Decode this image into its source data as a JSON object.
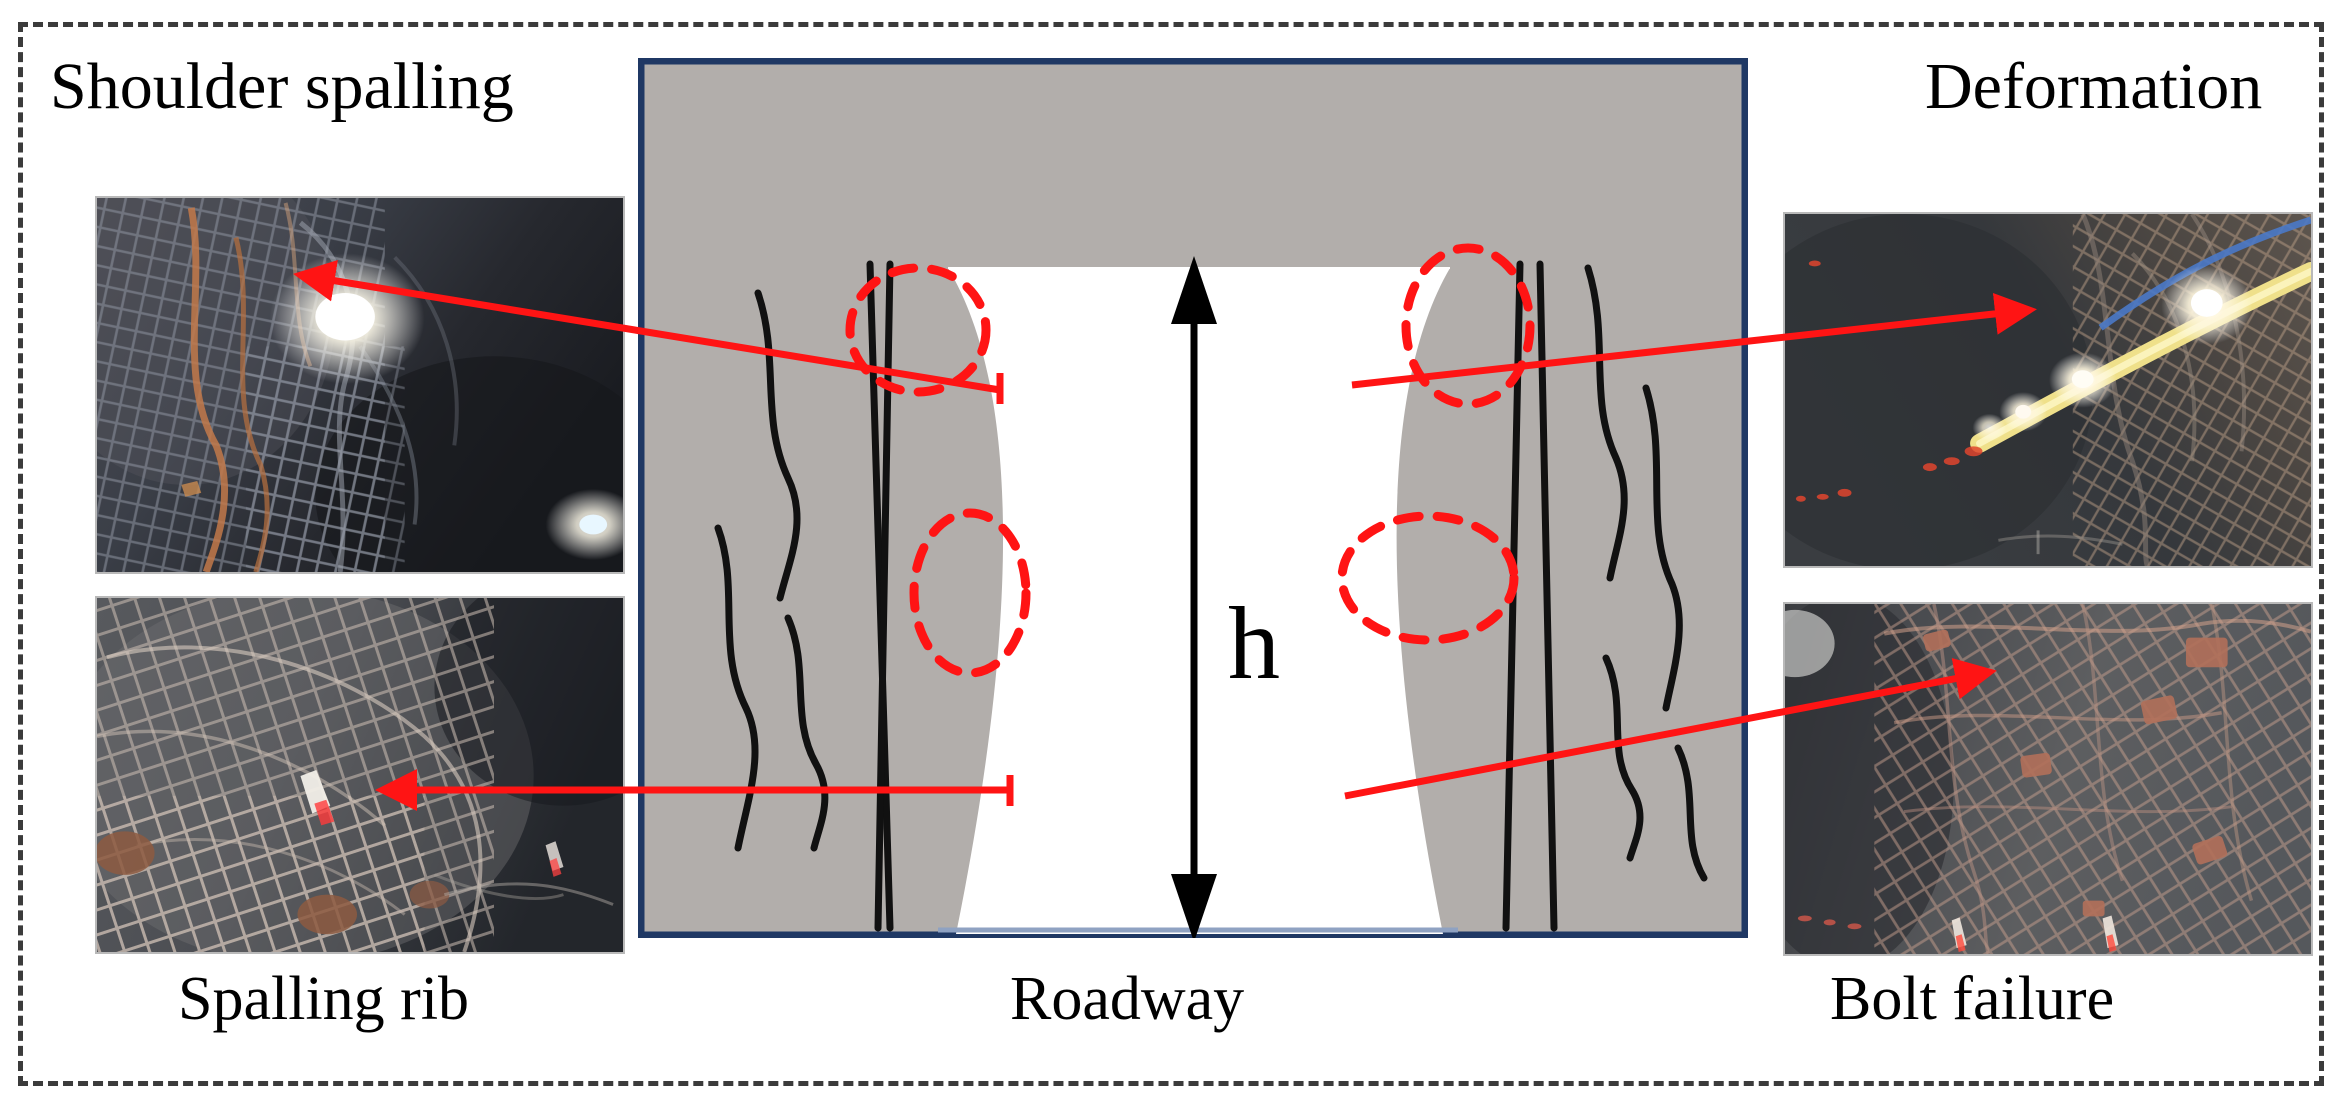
{
  "figure": {
    "type": "annotated-schematic",
    "subject": "Roadway surrounding-rock failure modes",
    "frame_style": "dashed",
    "frame_color": "#3b3b3b"
  },
  "labels": {
    "top_left": "Shoulder spalling",
    "top_right": "Deformation",
    "bottom_left": "Spalling rib",
    "bottom_center": "Roadway",
    "bottom_right": "Bolt failure"
  },
  "diagram": {
    "height_symbol": "h",
    "rock_fill": "#b2aeab",
    "opening_fill": "#ffffff",
    "border_color": "#1f3864",
    "crack_color": "#000000",
    "highlight_color": "#ff1414",
    "dimension_arrow_color": "#000000",
    "callout_regions": [
      {
        "name": "upper-left-shoulder",
        "shape": "ellipse",
        "points_to": "top_left"
      },
      {
        "name": "upper-right-shoulder",
        "shape": "ellipse",
        "points_to": "top_right"
      },
      {
        "name": "lower-left-rib",
        "shape": "ellipse",
        "points_to": "bottom_left"
      },
      {
        "name": "lower-right-rib",
        "shape": "ellipse",
        "points_to": "bottom_right"
      }
    ]
  },
  "photos": [
    {
      "id": "photo-top-left",
      "caption": "Shoulder spalling",
      "scene": "underground roadway with steel wire mesh, rusty strands and a bright headlamp flare"
    },
    {
      "id": "photo-bottom-left",
      "caption": "Spalling rib",
      "scene": "collapsed rib covered by sagging diamond mesh with rusty bearing plates"
    },
    {
      "id": "photo-top-right",
      "caption": "Deformation",
      "scene": "dark roadway with a yellow pipe, blue cable and several lamp flares over mesh"
    },
    {
      "id": "photo-bottom-right",
      "caption": "Bolt failure",
      "scene": "grey rib face with deformed mesh and pulled-out rusty bolt plates"
    }
  ],
  "arrows": {
    "color": "#ff1414",
    "count": 4,
    "items": [
      {
        "from": "upper-left-shoulder",
        "to": "photo-top-left"
      },
      {
        "from": "lower-left-rib",
        "to": "photo-bottom-left"
      },
      {
        "from": "upper-right-shoulder",
        "to": "photo-top-right"
      },
      {
        "from": "lower-right-rib",
        "to": "photo-bottom-right"
      }
    ]
  }
}
